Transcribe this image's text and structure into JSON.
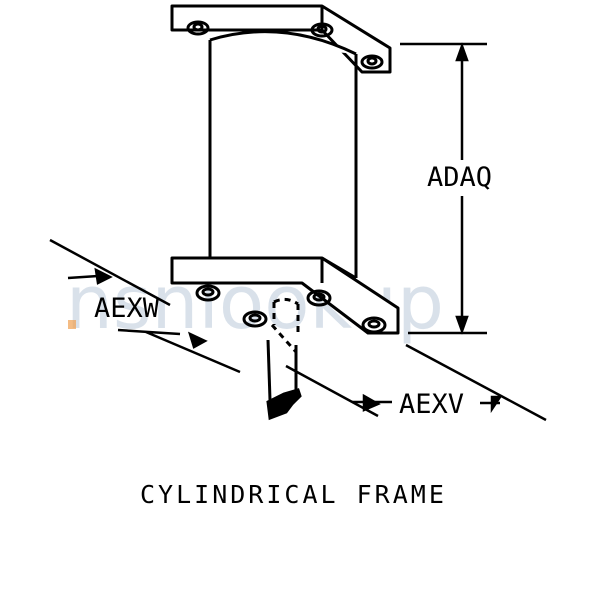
{
  "dimensions": {
    "height": "ADAQ",
    "width": "AEXW",
    "length": "AEXV"
  },
  "caption": "CYLINDRICAL FRAME",
  "watermark": "nsnlookup",
  "colors": {
    "ink": "#000000",
    "background": "#ffffff",
    "watermark": "#b9c9d8",
    "watermark_dot": "#f0a050"
  }
}
